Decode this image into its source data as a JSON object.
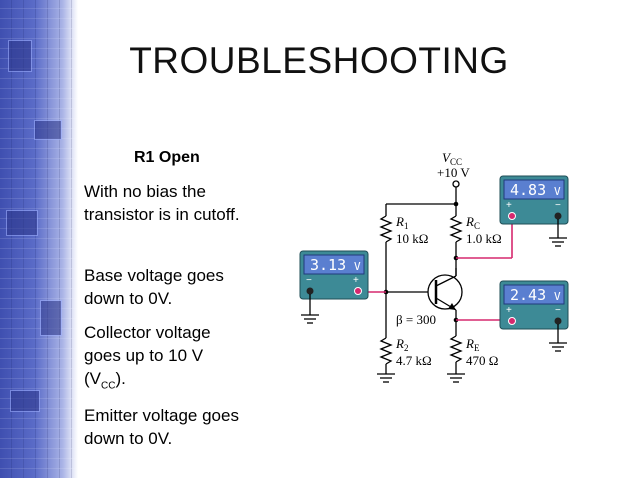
{
  "slide": {
    "title": "TROUBLESHOOTING",
    "subhead": "R1 Open",
    "p1": "With no bias the transistor is in cutoff.",
    "p2": "Base voltage goes down to 0V.",
    "p3a": "Collector voltage goes up to 10 V (V",
    "p3sub": "CC",
    "p3b": ").",
    "p4": "Emitter voltage goes down to 0V."
  },
  "circuit": {
    "vcc_label": "V",
    "vcc_sub": "CC",
    "vcc_value": "+10 V",
    "r1_name": "R",
    "r1_sub": "1",
    "r1_value": "10 kΩ",
    "rc_name": "R",
    "rc_sub": "C",
    "rc_value": "1.0 kΩ",
    "r2_name": "R",
    "r2_sub": "2",
    "r2_value": "4.7 kΩ",
    "re_name": "R",
    "re_sub": "E",
    "re_value": "470 Ω",
    "beta": "β = 300"
  },
  "meters": {
    "base": {
      "reading": "3.13",
      "unit": "V"
    },
    "collector": {
      "reading": "4.83",
      "unit": "V"
    },
    "emitter": {
      "reading": "2.43",
      "unit": "V"
    },
    "plus": "+",
    "minus": "−"
  },
  "colors": {
    "meter_body": "#3d8a96",
    "meter_screen": "#5a7fd0",
    "probe_wire": "#d6286e"
  }
}
